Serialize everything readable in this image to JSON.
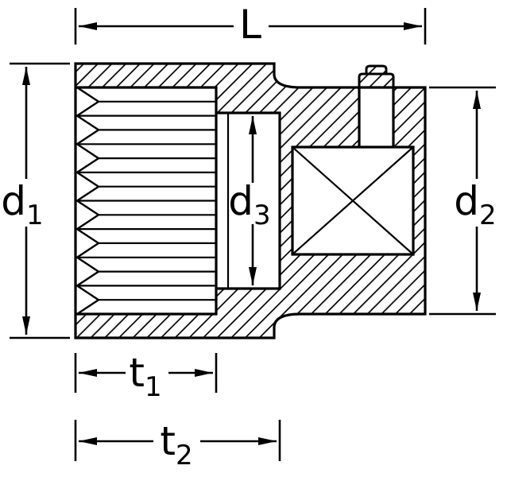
{
  "figure": {
    "type": "technical-drawing",
    "ink_color": "#000000",
    "paper_color": "#ffffff"
  },
  "dims": {
    "L": {
      "base": "L",
      "sub": ""
    },
    "d1": {
      "base": "d",
      "sub": "1"
    },
    "d2": {
      "base": "d",
      "sub": "2"
    },
    "d3": {
      "base": "d",
      "sub": "3"
    },
    "t1": {
      "base": "t",
      "sub": "1"
    },
    "t2": {
      "base": "t",
      "sub": "2"
    }
  }
}
